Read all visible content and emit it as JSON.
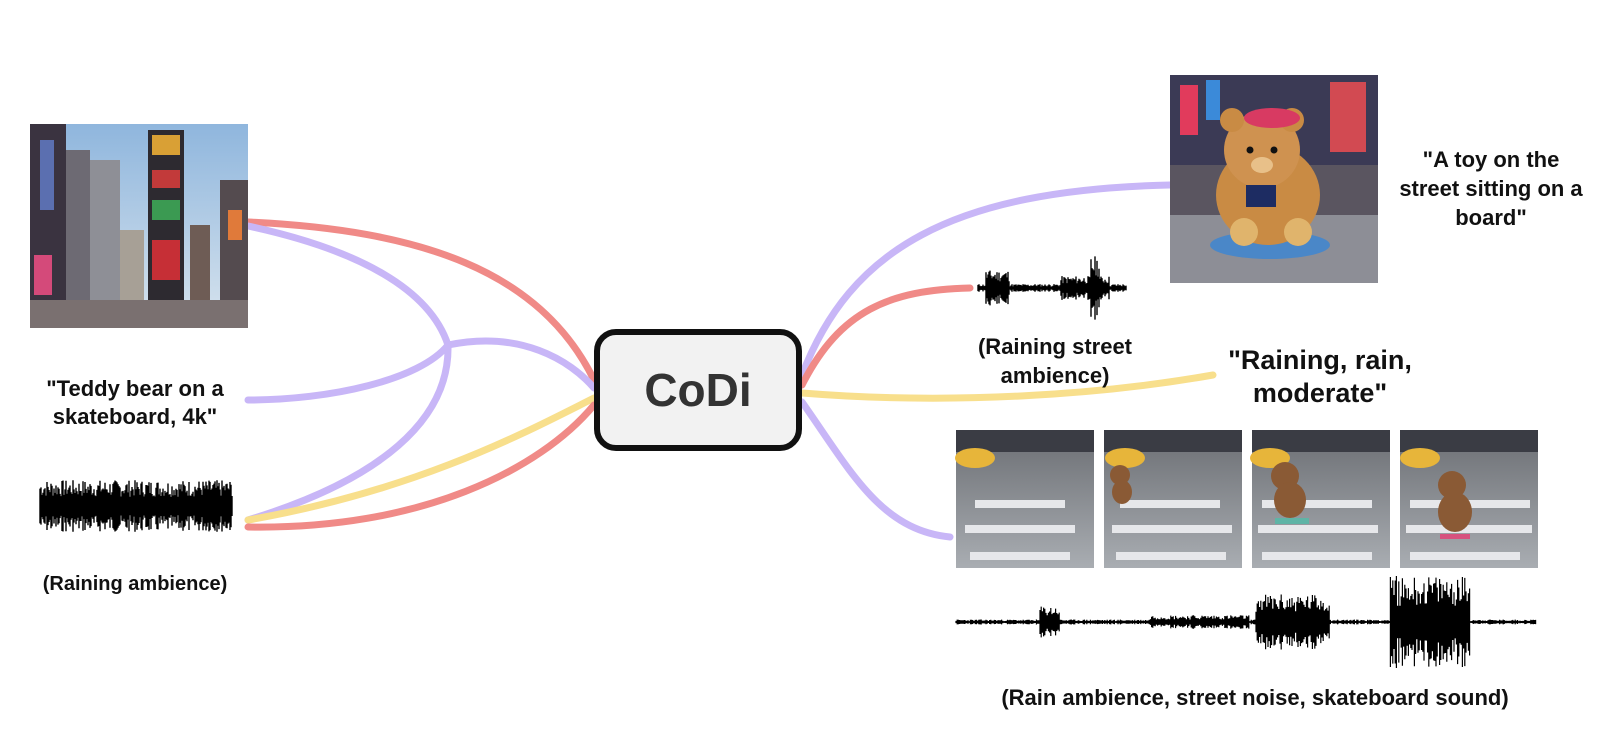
{
  "center": {
    "label": "CoDi"
  },
  "inputs": {
    "text_prompt": "\"Teddy bear on a skateboard, 4k\"",
    "audio_label": "(Raining ambience)"
  },
  "outputs": {
    "image_caption": "\"A toy on the street sitting on a board\"",
    "audio_label": "(Raining street ambience)",
    "text_output": "\"Raining, rain, moderate\"",
    "video_audio_label": "(Rain ambience, street noise, skateboard sound)"
  },
  "colors": {
    "purple": "#c8b6f7",
    "red": "#f08a87",
    "yellow": "#f8df8c"
  }
}
